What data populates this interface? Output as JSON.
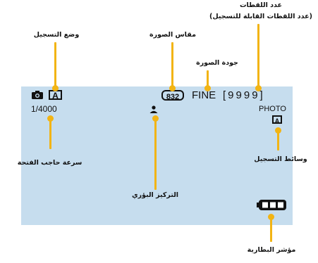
{
  "annotations": {
    "shot_count": "عدد اللقطات",
    "shot_count_sub": "(عدد اللقطات القابلة للتسجيل)",
    "recording_mode": "وضع التسجيل",
    "image_size": "مقاس الصورة",
    "image_quality": "جودة الصورة",
    "shutter_speed": "سرعة حاجب الفتحة",
    "recording_media": "وسائط التسجيل",
    "focus": "التركيز البؤري",
    "battery_indicator": "مؤشر البطارية"
  },
  "display": {
    "mode_badge": "A",
    "size_value": "832",
    "quality_value": "FINE",
    "shot_count_value": "[9999]",
    "shutter_value": "1/4000",
    "media_label": "PHOTO",
    "media_badge": "A"
  },
  "colors": {
    "screen_background": "#c6ddee",
    "leader_line": "#f2b414"
  },
  "icons": [
    "camera-icon",
    "focus-person-icon",
    "battery-icon"
  ]
}
